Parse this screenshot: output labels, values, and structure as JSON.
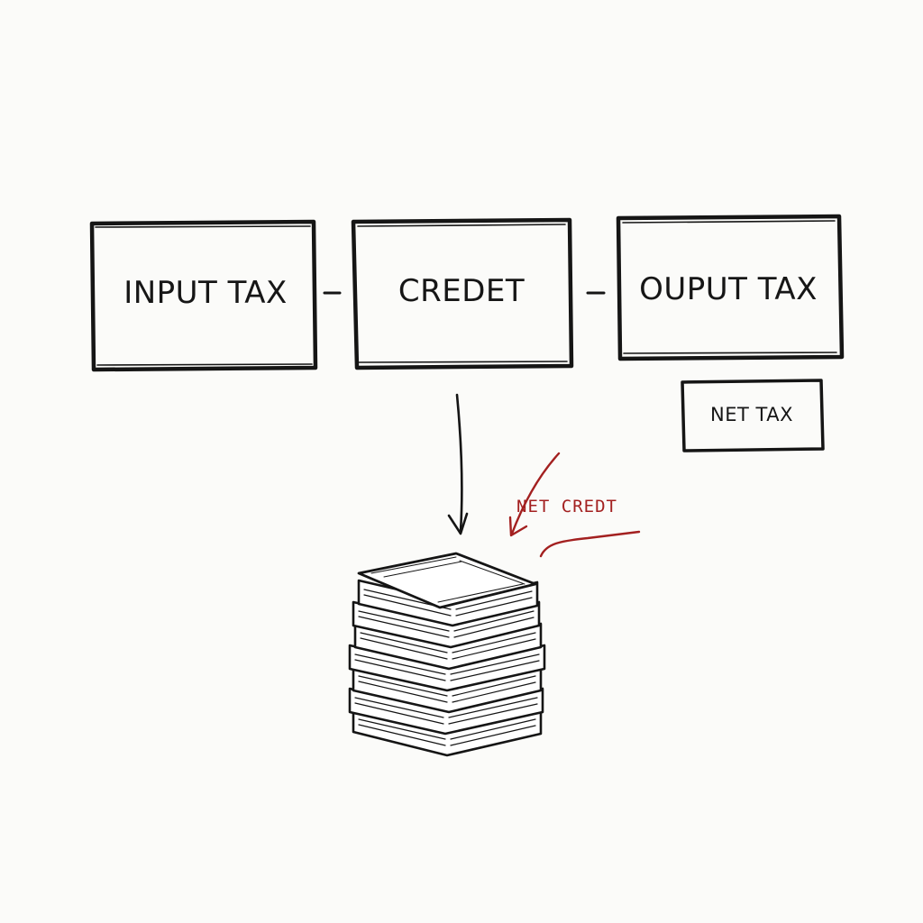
{
  "diagram": {
    "boxes": {
      "input_tax": "INPUT TAX",
      "credit": "CREDET",
      "output_tax": "OUPUT TAX",
      "net_tax": "NET TAX"
    },
    "note": {
      "net_credit": "NET CREDT"
    },
    "icons": {
      "stack": "stacked-papers-icon"
    },
    "colors": {
      "ink": "#151515",
      "annotation": "#a32020",
      "background": "#fbfbf9"
    }
  }
}
